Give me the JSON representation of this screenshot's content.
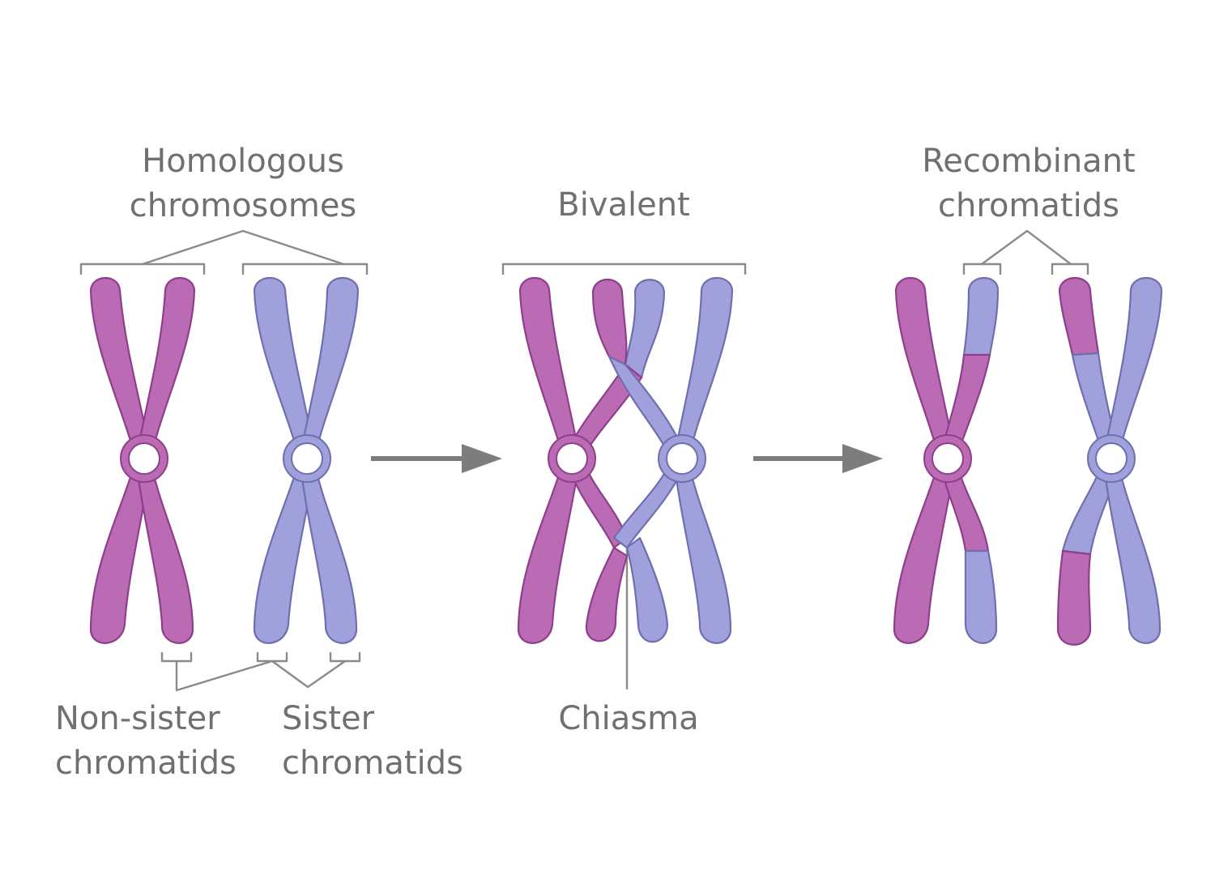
{
  "labels": {
    "homologous_line1": "Homologous",
    "homologous_line2": "chromosomes",
    "bivalent": "Bivalent",
    "recombinant_line1": "Recombinant",
    "recombinant_line2": "chromatids",
    "non_sister_line1": "Non-sister",
    "non_sister_line2": "chromatids",
    "sister_line1": "Sister",
    "sister_line2": "chromatids",
    "chiasma": "Chiasma"
  },
  "colors": {
    "paternal": "#bb6bb4",
    "maternal": "#a0a0dc",
    "label_text": "#707070",
    "arrow": "#7d7d7d"
  }
}
